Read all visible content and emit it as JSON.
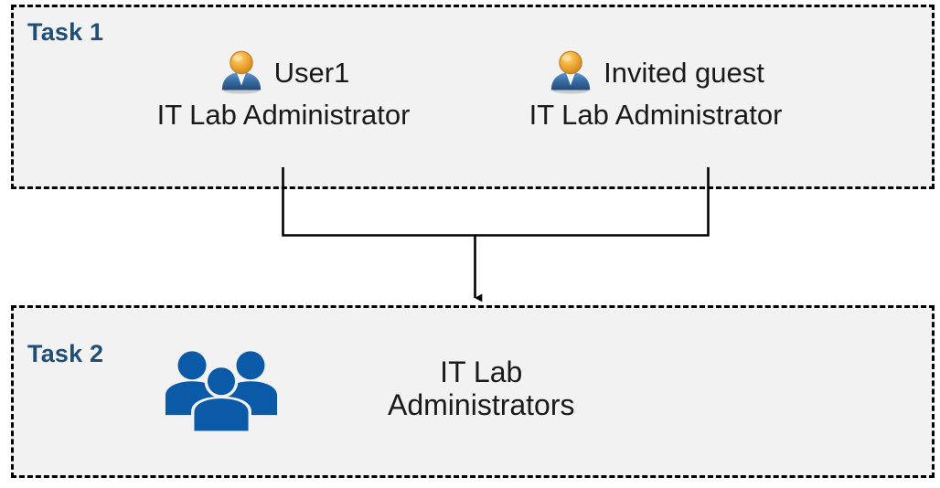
{
  "diagram": {
    "title": "Task 1 and Task 2 role assignment flow",
    "background_color": "#FFFFFF",
    "box_fill_color": "#F2F2F2",
    "box_border_color": "#000000",
    "label_color": "#1F4E79",
    "connector_color": "#000000",
    "group_icon_color": "#0A5AA8"
  },
  "task1": {
    "label": "Task 1",
    "people": [
      {
        "icon": "user-icon",
        "name": "User1",
        "role": "IT Lab Administrator"
      },
      {
        "icon": "user-icon",
        "name": "Invited guest",
        "role": "IT Lab Administrator"
      }
    ]
  },
  "task2": {
    "label": "Task 2",
    "group": {
      "icon": "user-group-icon",
      "name": "IT Lab\nAdministrators"
    }
  },
  "connector": {
    "type": "merge-arrow",
    "from": [
      "User1",
      "Invited guest"
    ],
    "to": "IT Lab Administrators",
    "arrow_head": "down"
  }
}
